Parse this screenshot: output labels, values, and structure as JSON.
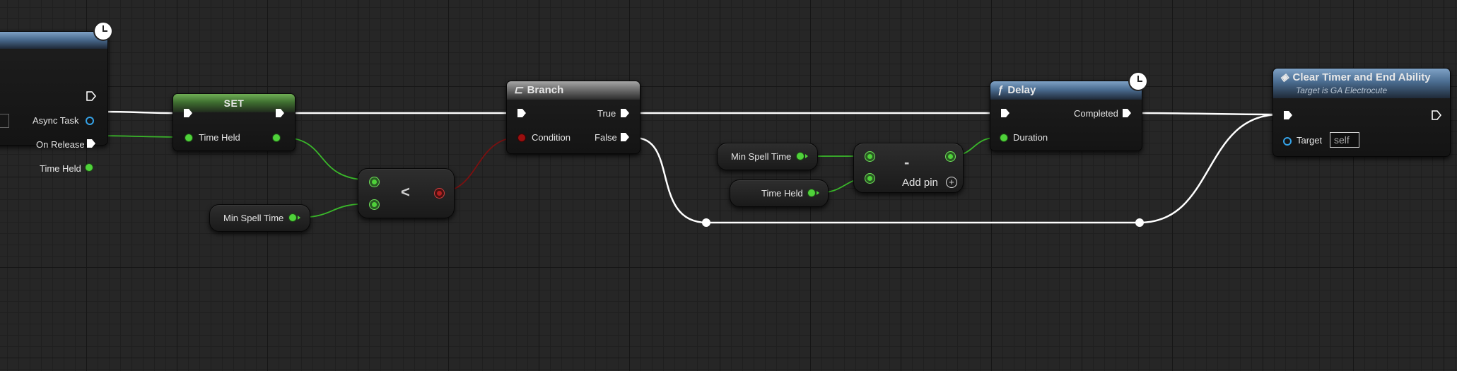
{
  "event_node": {
    "pins": {
      "async_task": "Async Task",
      "on_release": "On Release",
      "time_held": "Time Held"
    }
  },
  "set_node": {
    "title": "SET",
    "pin_label": "Time Held"
  },
  "getter_min_spell_time_a": "Min Spell Time",
  "compare_node": {
    "operator": "<"
  },
  "branch_node": {
    "title": "Branch",
    "condition": "Condition",
    "true": "True",
    "false": "False"
  },
  "getter_min_spell_time_b": "Min Spell Time",
  "getter_time_held": "Time Held",
  "subtract_node": {
    "operator": "-",
    "add_pin": "Add pin"
  },
  "delay_node": {
    "title": "Delay",
    "completed": "Completed",
    "duration": "Duration"
  },
  "end_node": {
    "title": "Clear Timer and End Ability",
    "subtitle": "Target is GA Electrocute",
    "target_label": "Target",
    "target_value": "self"
  },
  "colors": {
    "exec_wire": "#ffffff",
    "float_wire": "#3ab82a",
    "bool_wire": "#7a1010",
    "object_pin": "#35a3e8"
  },
  "icons": [
    "clock-icon",
    "branch-icon",
    "function-icon",
    "function-diamond-icon",
    "add-pin-icon"
  ]
}
